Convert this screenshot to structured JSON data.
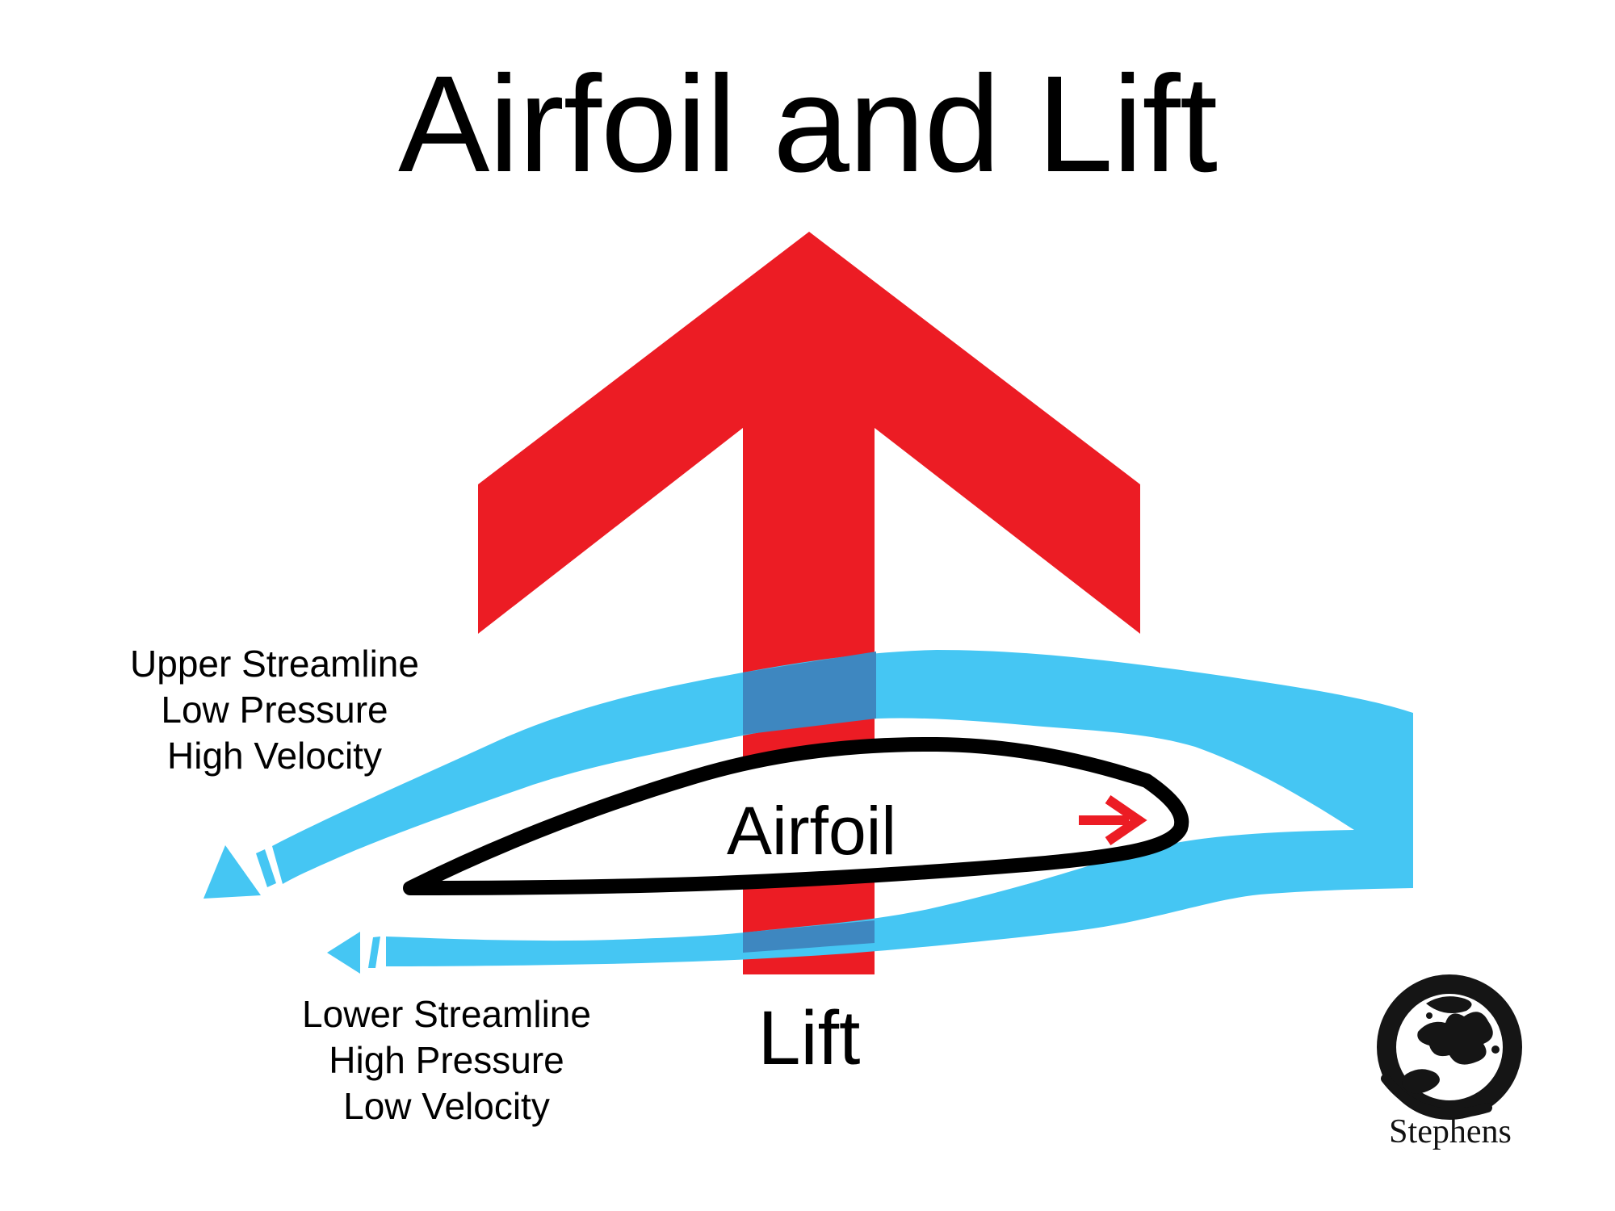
{
  "title": "Airfoil and Lift",
  "labels": {
    "upper": [
      "Upper Streamline",
      "Low Pressure",
      "High Velocity"
    ],
    "lower": [
      "Lower Streamline",
      "High Pressure",
      "Low Velocity"
    ],
    "airfoil": "Airfoil",
    "lift": "Lift"
  },
  "logo": {
    "name": "Stephens"
  },
  "colors": {
    "red": "#EC1C24",
    "blue": "#45C6F3",
    "overlap": "#3E87C0",
    "ink": "#000000",
    "logo_ink": "#151515",
    "background": "#FFFFFF"
  }
}
